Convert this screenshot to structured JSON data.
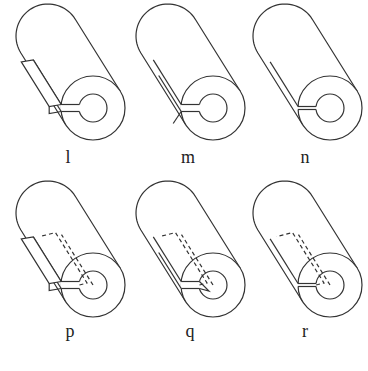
{
  "diagram": {
    "labels": [
      "l",
      "m",
      "n",
      "p",
      "q",
      "r"
    ]
  }
}
